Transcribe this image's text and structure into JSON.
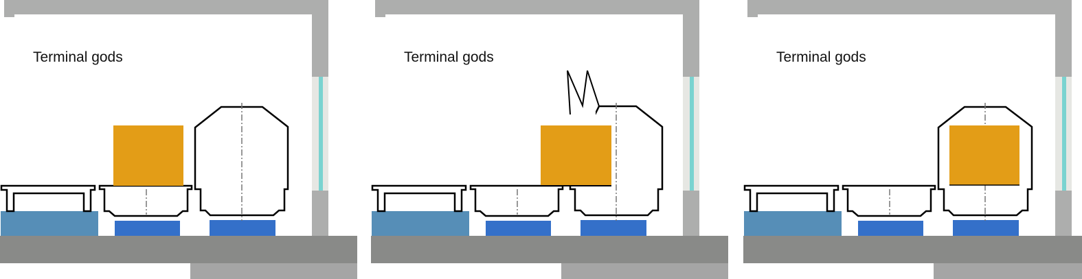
{
  "panels": [
    {
      "title": "Terminal gods",
      "state": "cargo on tray cart"
    },
    {
      "title": "Terminal gods",
      "state": "cargo colliding with cabin"
    },
    {
      "title": "Terminal gods",
      "state": "cargo inside cabin"
    }
  ],
  "colors": {
    "wall": "#adaead",
    "floor": "#898a88",
    "lower_bar": "#a5a5a5",
    "window_frame": "#e6e7e3",
    "window_glass": "#7ad3d0",
    "platform_light": "#568eb7",
    "platform_blue": "#3470c9",
    "cargo": "#e39d17"
  }
}
